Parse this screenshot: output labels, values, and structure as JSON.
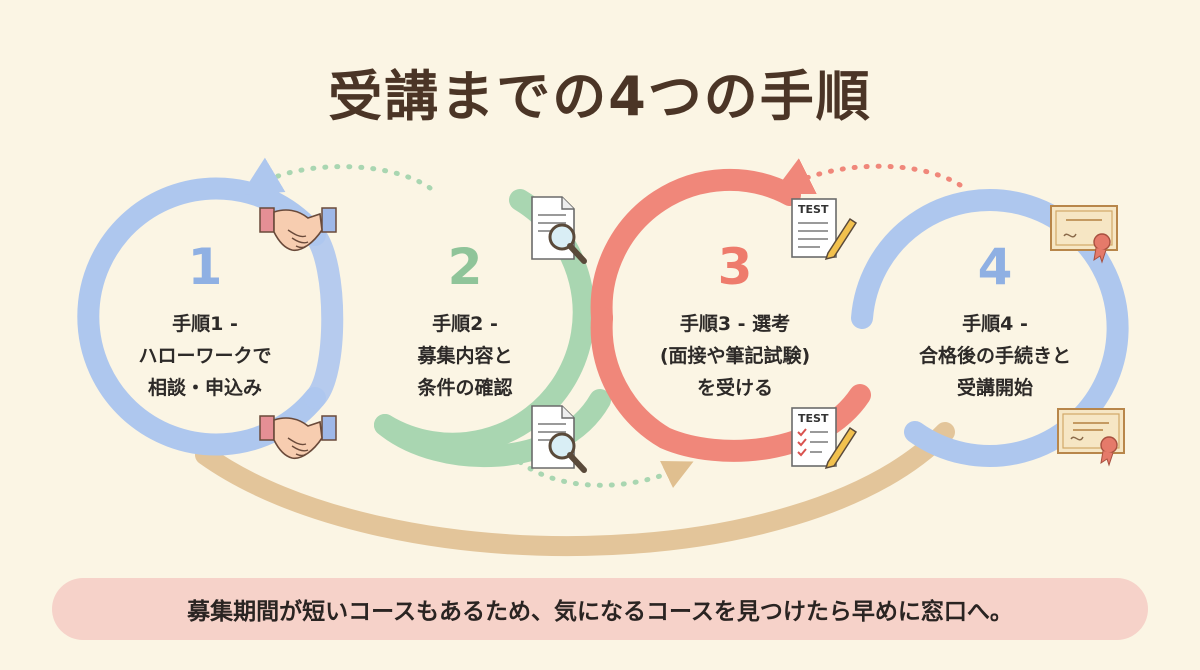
{
  "title": "受講までの4つの手順",
  "colors": {
    "blue": "#aec7ee",
    "green": "#a9d6b1",
    "red": "#f0877a",
    "tan": "#e3c59a",
    "note_bg": "#f6d2c9"
  },
  "steps": [
    {
      "number": "1",
      "lines": [
        "手順1 -",
        "ハローワークで",
        "相談・申込み"
      ],
      "color": "#aec7ee",
      "num_color": "#8fb0e3",
      "icon": "handshake-icon"
    },
    {
      "number": "2",
      "lines": [
        "手順2 -",
        "募集内容と",
        "条件の確認"
      ],
      "color": "#a9d6b1",
      "num_color": "#8fc499",
      "icon": "document-search-icon"
    },
    {
      "number": "3",
      "lines": [
        "手順3 - 選考",
        "(面接や筆記試験)",
        "を受ける"
      ],
      "color": "#f0877a",
      "num_color": "#ee7b6c",
      "icon": "test-paper-icon"
    },
    {
      "number": "4",
      "lines": [
        "手順4 -",
        "合格後の手続きと",
        "受講開始"
      ],
      "color": "#aec7ee",
      "num_color": "#8fb0e3",
      "icon": "certificate-icon"
    }
  ],
  "test_label": "TEST",
  "note": "募集期間が短いコースもあるため、気になるコースを見つけたら早めに窓口へ。"
}
